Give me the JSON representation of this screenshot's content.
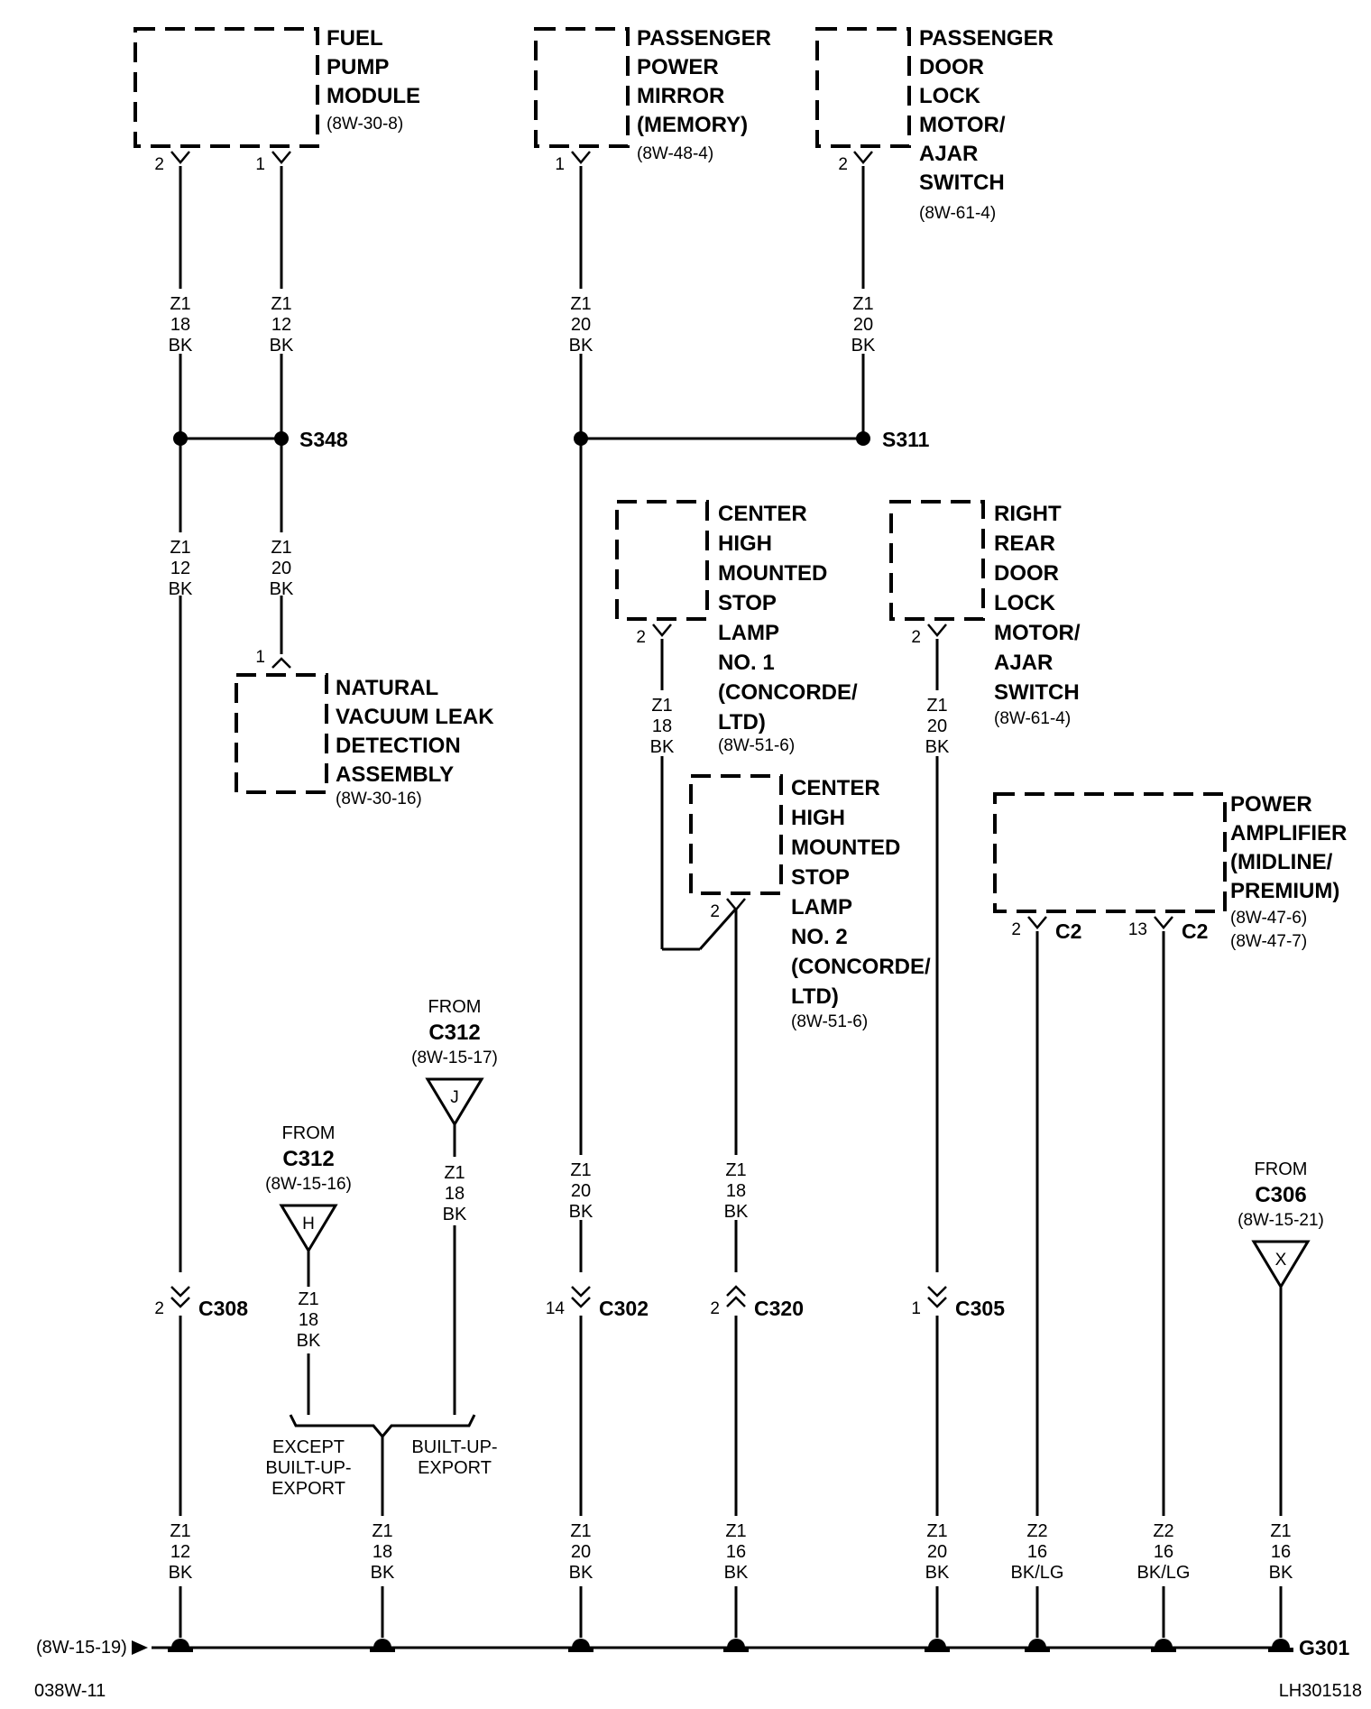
{
  "components": {
    "fuel_pump": {
      "lines": [
        "FUEL",
        "PUMP",
        "MODULE"
      ],
      "ref": "(8W-30-8)"
    },
    "mirror": {
      "lines": [
        "PASSENGER",
        "POWER",
        "MIRROR",
        "(MEMORY)"
      ],
      "ref": "(8W-48-4)"
    },
    "pass_door": {
      "lines": [
        "PASSENGER",
        "DOOR",
        "LOCK",
        "MOTOR/",
        "AJAR",
        "SWITCH"
      ],
      "ref": "(8W-61-4)"
    },
    "vacuum": {
      "lines": [
        "NATURAL",
        "VACUUM LEAK",
        "DETECTION",
        "ASSEMBLY"
      ],
      "ref": "(8W-30-16)"
    },
    "chmsl1": {
      "lines": [
        "CENTER",
        "HIGH",
        "MOUNTED",
        "STOP",
        "LAMP",
        "NO. 1",
        "(CONCORDE/",
        "LTD)"
      ],
      "ref": "(8W-51-6)"
    },
    "chmsl2": {
      "lines": [
        "CENTER",
        "HIGH",
        "MOUNTED",
        "STOP",
        "LAMP",
        "NO. 2",
        "(CONCORDE/",
        "LTD)"
      ],
      "ref": "(8W-51-6)"
    },
    "rr_door": {
      "lines": [
        "RIGHT",
        "REAR",
        "DOOR",
        "LOCK",
        "MOTOR/",
        "AJAR",
        "SWITCH"
      ],
      "ref": "(8W-61-4)"
    },
    "amp": {
      "lines": [
        "POWER",
        "AMPLIFIER",
        "(MIDLINE/",
        "PREMIUM)"
      ],
      "refs": [
        "(8W-47-6)",
        "(8W-47-7)"
      ]
    }
  },
  "pins": {
    "fuel_pump_2": "2",
    "fuel_pump_1": "1",
    "mirror_1": "1",
    "pass_door_2": "2",
    "vacuum_1": "1",
    "chmsl1_2": "2",
    "chmsl2_2": "2",
    "rr_door_2": "2",
    "amp_2": "2",
    "amp_13": "13",
    "amp_conn_a": "C2",
    "amp_conn_b": "C2"
  },
  "wires": {
    "w1": [
      "Z1",
      "18",
      "BK"
    ],
    "w2": [
      "Z1",
      "12",
      "BK"
    ],
    "w3": [
      "Z1",
      "20",
      "BK"
    ],
    "w4": [
      "Z1",
      "20",
      "BK"
    ],
    "w5": [
      "Z1",
      "12",
      "BK"
    ],
    "w6": [
      "Z1",
      "20",
      "BK"
    ],
    "w7": [
      "Z1",
      "18",
      "BK"
    ],
    "w8": [
      "Z1",
      "20",
      "BK"
    ],
    "w9": [
      "Z1",
      "18",
      "BK"
    ],
    "w10": [
      "Z1",
      "18",
      "BK"
    ],
    "w11": [
      "Z1",
      "20",
      "BK"
    ],
    "w12": [
      "Z1",
      "18",
      "BK"
    ],
    "w13": [
      "Z1",
      "12",
      "BK"
    ],
    "w14": [
      "Z1",
      "18",
      "BK"
    ],
    "w15": [
      "Z1",
      "20",
      "BK"
    ],
    "w16": [
      "Z1",
      "16",
      "BK"
    ],
    "w17": [
      "Z1",
      "20",
      "BK"
    ],
    "w18": [
      "Z2",
      "16",
      "BK/LG"
    ],
    "w19": [
      "Z2",
      "16",
      "BK/LG"
    ],
    "w20": [
      "Z1",
      "16",
      "BK"
    ]
  },
  "splices": {
    "s348": "S348",
    "s311": "S311"
  },
  "connectors": {
    "c308": {
      "pin": "2",
      "name": "C308"
    },
    "c302": {
      "pin": "14",
      "name": "C302"
    },
    "c320": {
      "pin": "2",
      "name": "C320"
    },
    "c305": {
      "pin": "1",
      "name": "C305"
    }
  },
  "froms": {
    "h": {
      "from": "FROM",
      "conn": "C312",
      "ref": "(8W-15-16)",
      "letter": "H"
    },
    "j": {
      "from": "FROM",
      "conn": "C312",
      "ref": "(8W-15-17)",
      "letter": "J"
    },
    "x": {
      "from": "FROM",
      "conn": "C306",
      "ref": "(8W-15-21)",
      "letter": "X"
    }
  },
  "options": {
    "except": [
      "EXCEPT",
      "BUILT-UP-",
      "EXPORT"
    ],
    "builtup": [
      "BUILT-UP-",
      "EXPORT"
    ]
  },
  "ground": {
    "name": "G301",
    "ref": "(8W-15-19)"
  },
  "footer": {
    "left": "038W-11",
    "right": "LH301518"
  }
}
